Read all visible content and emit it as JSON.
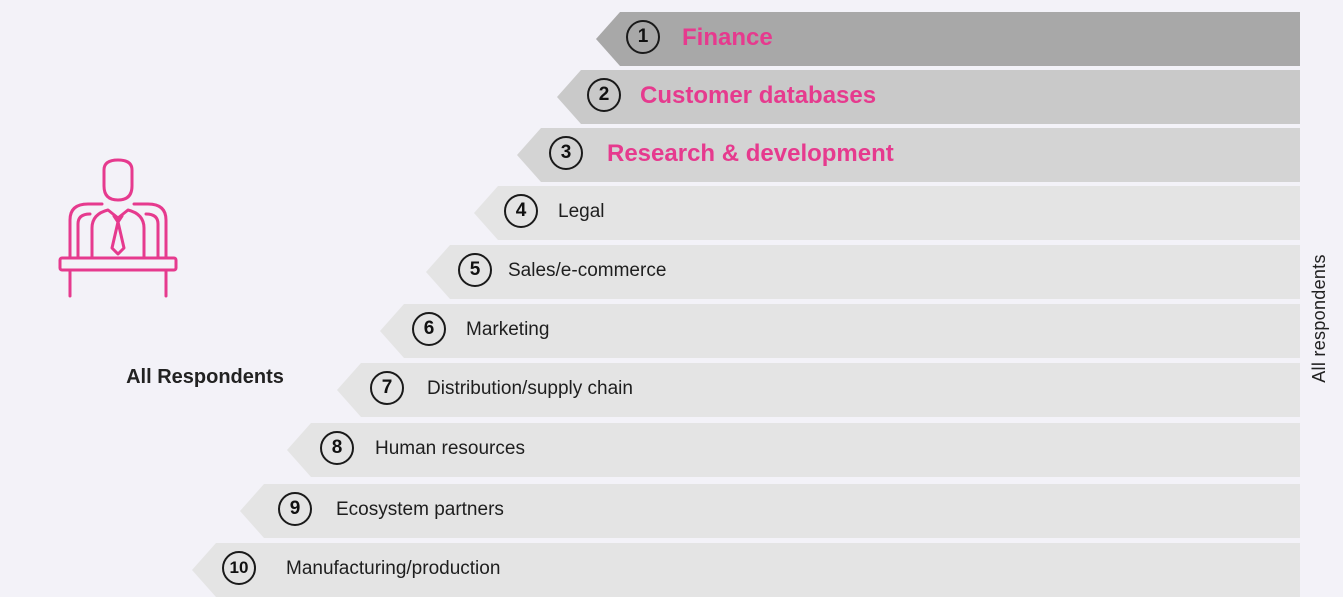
{
  "caption": "All Respondents",
  "side_label": "All   respondents",
  "colors": {
    "accent": "#e63a8e",
    "step_1": "#a8a8a8",
    "step_2": "#c9c9c9",
    "step_3": "#d4d4d4",
    "step_rest": "#e4e4e4"
  },
  "icon": "person-at-desk-icon",
  "steps": [
    {
      "rank": "1",
      "label": "Finance"
    },
    {
      "rank": "2",
      "label": "Customer databases"
    },
    {
      "rank": "3",
      "label": "Research & development"
    },
    {
      "rank": "4",
      "label": "Legal"
    },
    {
      "rank": "5",
      "label": "Sales/e-commerce"
    },
    {
      "rank": "6",
      "label": "Marketing"
    },
    {
      "rank": "7",
      "label": "Distribution/supply chain"
    },
    {
      "rank": "8",
      "label": "Human resources"
    },
    {
      "rank": "9",
      "label": "Ecosystem partners"
    },
    {
      "rank": "10",
      "label": "Manufacturing/production"
    }
  ]
}
